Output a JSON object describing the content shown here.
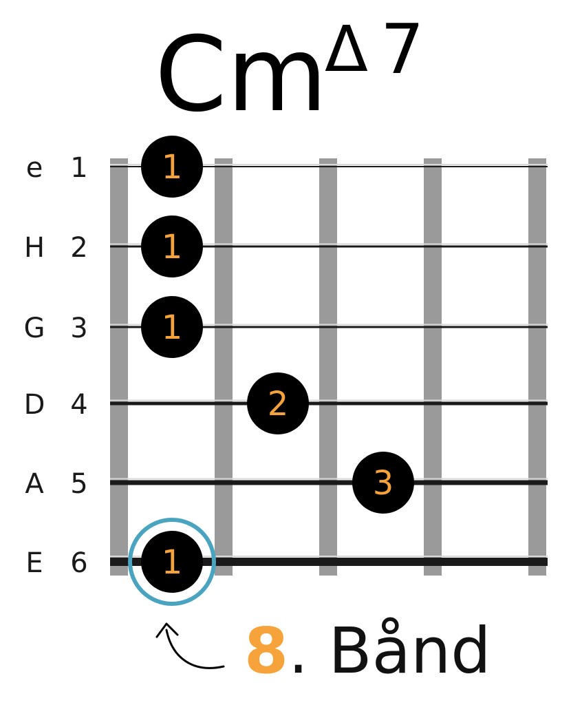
{
  "chord": {
    "root": "Cm",
    "quality_symbol": "Δ",
    "extension": "7"
  },
  "strings": [
    {
      "name": "e",
      "number": "1"
    },
    {
      "name": "H",
      "number": "2"
    },
    {
      "name": "G",
      "number": "3"
    },
    {
      "name": "D",
      "number": "4"
    },
    {
      "name": "A",
      "number": "5"
    },
    {
      "name": "E",
      "number": "6"
    }
  ],
  "fingers": [
    {
      "string": 1,
      "fret": 1,
      "finger": "1"
    },
    {
      "string": 2,
      "fret": 1,
      "finger": "1"
    },
    {
      "string": 3,
      "fret": 1,
      "finger": "1"
    },
    {
      "string": 4,
      "fret": 2,
      "finger": "2"
    },
    {
      "string": 5,
      "fret": 3,
      "finger": "3"
    },
    {
      "string": 6,
      "fret": 1,
      "finger": "1",
      "root": true
    }
  ],
  "position": {
    "fret_number": "8",
    "label": ". Bånd"
  },
  "colors": {
    "finger_dot": "#000000",
    "finger_number": "#f5a33a",
    "fret_bar": "#9a9a9a",
    "root_ring": "#4aa3bf",
    "fret_number": "#f5a33a",
    "string": "#1a1a1a"
  }
}
